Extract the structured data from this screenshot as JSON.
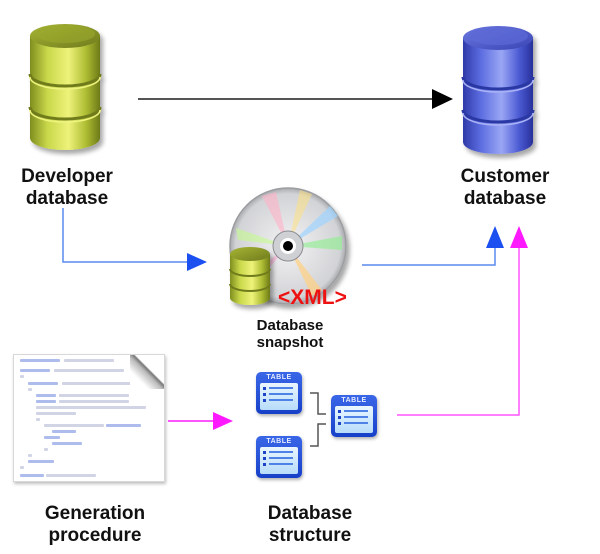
{
  "diagram": {
    "nodes": {
      "developer_db": {
        "label_line1": "Developer",
        "label_line2": "database",
        "icon": "database-cylinder-icon",
        "color": "#c6d64a"
      },
      "customer_db": {
        "label_line1": "Customer",
        "label_line2": "database",
        "icon": "database-cylinder-icon",
        "color": "#5a69d8"
      },
      "snapshot": {
        "label_line1": "Database",
        "label_line2": "snapshot",
        "icon": "cd-disc-with-database-icon",
        "badge": "<XML>",
        "badge_color": "#ee1111"
      },
      "generation": {
        "label_line1": "Generation",
        "label_line2": "procedure",
        "icon": "code-document-icon"
      },
      "structure": {
        "label_line1": "Database",
        "label_line2": "structure",
        "icon": "linked-tables-icon",
        "table_label": "TABLE"
      }
    },
    "edges": [
      {
        "from": "developer_db",
        "to": "customer_db",
        "color": "#000000"
      },
      {
        "from": "developer_db",
        "to": "snapshot",
        "color": "#1c4ff0"
      },
      {
        "from": "snapshot",
        "to": "customer_db",
        "color": "#1c4ff0"
      },
      {
        "from": "generation",
        "to": "structure",
        "color": "#ff19ff"
      },
      {
        "from": "structure",
        "to": "customer_db",
        "color": "#ff19ff"
      }
    ]
  }
}
